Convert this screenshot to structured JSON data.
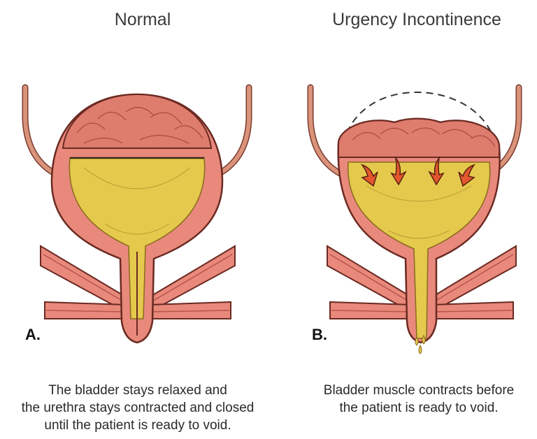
{
  "panels": [
    {
      "title": "Normal",
      "letter": "A.",
      "caption": [
        "The bladder stays relaxed and",
        "the urethra stays contracted and closed",
        "until the patient is ready to void."
      ]
    },
    {
      "title": "Urgency Incontinence",
      "letter": "B.",
      "caption": [
        "Bladder muscle contracts before",
        "the patient is ready to void."
      ]
    }
  ],
  "colors": {
    "muscle": "#e8897c",
    "muscle_dark": "#c55a4e",
    "urine": "#e4c94c",
    "urine_light": "#f3e08a",
    "ureter": "#d9937a",
    "arrow": "#e4572e"
  }
}
